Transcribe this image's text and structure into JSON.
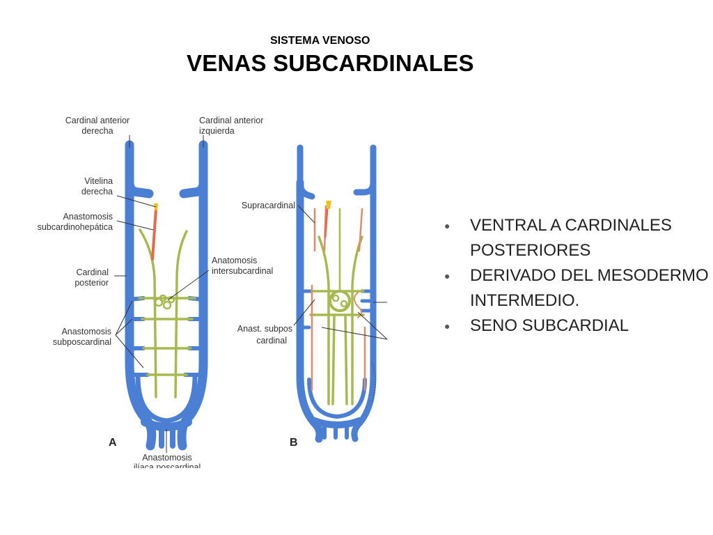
{
  "slide": {
    "subtitle": "SISTEMA VENOSO",
    "title": "VENAS SUBCARDINALES"
  },
  "figure": {
    "panel_a": "A",
    "panel_b": "B",
    "labels": {
      "cardinal_anterior_derecha_1": "Cardinal anterior",
      "cardinal_anterior_derecha_2": "derecha",
      "cardinal_anterior_izquierda_1": "Cardinal anterior",
      "cardinal_anterior_izquierda_2": "izquierda",
      "vitelina_1": "Vitelina",
      "vitelina_2": "derecha",
      "anastomosis_sh_1": "Anastomosis",
      "anastomosis_sh_2": "subcardinohepática",
      "cardinal_posterior_1": "Cardinal",
      "cardinal_posterior_2": "posterior",
      "anatomosis_inter_1": "Anatomosis",
      "anatomosis_inter_2": "intersubcardinal",
      "anastomosis_sub_1": "Anastomosis",
      "anastomosis_sub_2": "subposcardinal",
      "anastomosis_iliaca_1": "Anastomosis",
      "anastomosis_iliaca_2": "ilíaca poscardinal",
      "supracardinal": "Supracardinal",
      "anast_subpos_1": "Anast. subpos",
      "anast_subpos_2": "cardinal"
    },
    "colors": {
      "cardinal_vein": "#4a7fd4",
      "subcardinal_vein": "#a7b94e",
      "vitelline_vein": "#e8684a",
      "leader_line": "#333333"
    }
  },
  "bullets": [
    "VENTRAL A CARDINALES POSTERIORES",
    "DERIVADO DEL MESODERMO INTERMEDIO.",
    "SENO SUBCARDIAL"
  ]
}
